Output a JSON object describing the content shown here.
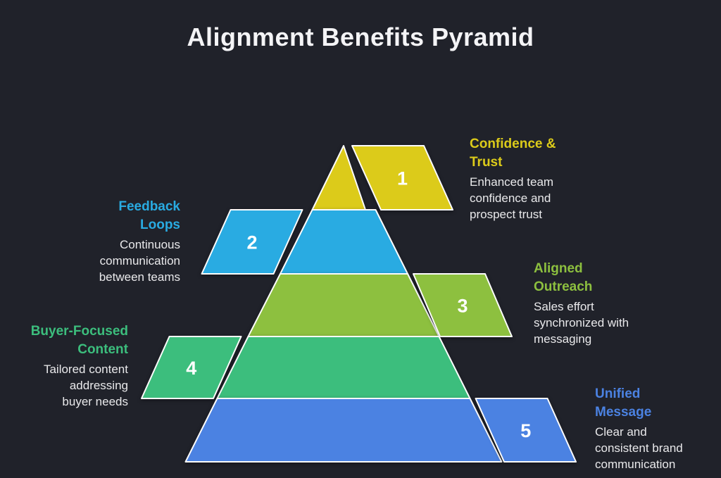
{
  "title": "Alignment Benefits Pyramid",
  "colors": {
    "background": "#20222A",
    "outline": "#FBFBFB",
    "title_text": "#F4F4F6",
    "description_text": "#E9E9EB"
  },
  "pyramid": {
    "levels": [
      {
        "number": "1",
        "name": "Confidence & Trust",
        "heading": "Confidence &\nTrust",
        "description": "Enhanced team\nconfidence and\nprospect trust",
        "color": "#DCCB1A",
        "side": "right"
      },
      {
        "number": "2",
        "name": "Feedback Loops",
        "heading": "Feedback\nLoops",
        "description": "Continuous\ncommunication\nbetween teams",
        "color": "#29ABE2",
        "side": "left"
      },
      {
        "number": "3",
        "name": "Aligned Outreach",
        "heading": "Aligned\nOutreach",
        "description": "Sales effort\nsynchronized with\nmessaging",
        "color": "#8DC03F",
        "side": "right"
      },
      {
        "number": "4",
        "name": "Buyer-Focused Content",
        "heading": "Buyer-Focused\nContent",
        "description": "Tailored content\naddressing\nbuyer needs",
        "color": "#3CBE7D",
        "side": "left"
      },
      {
        "number": "5",
        "name": "Unified Message",
        "heading": "Unified\nMessage",
        "description": "Clear and\nconsistent brand\ncommunication",
        "color": "#4B82E2",
        "side": "right"
      }
    ]
  }
}
